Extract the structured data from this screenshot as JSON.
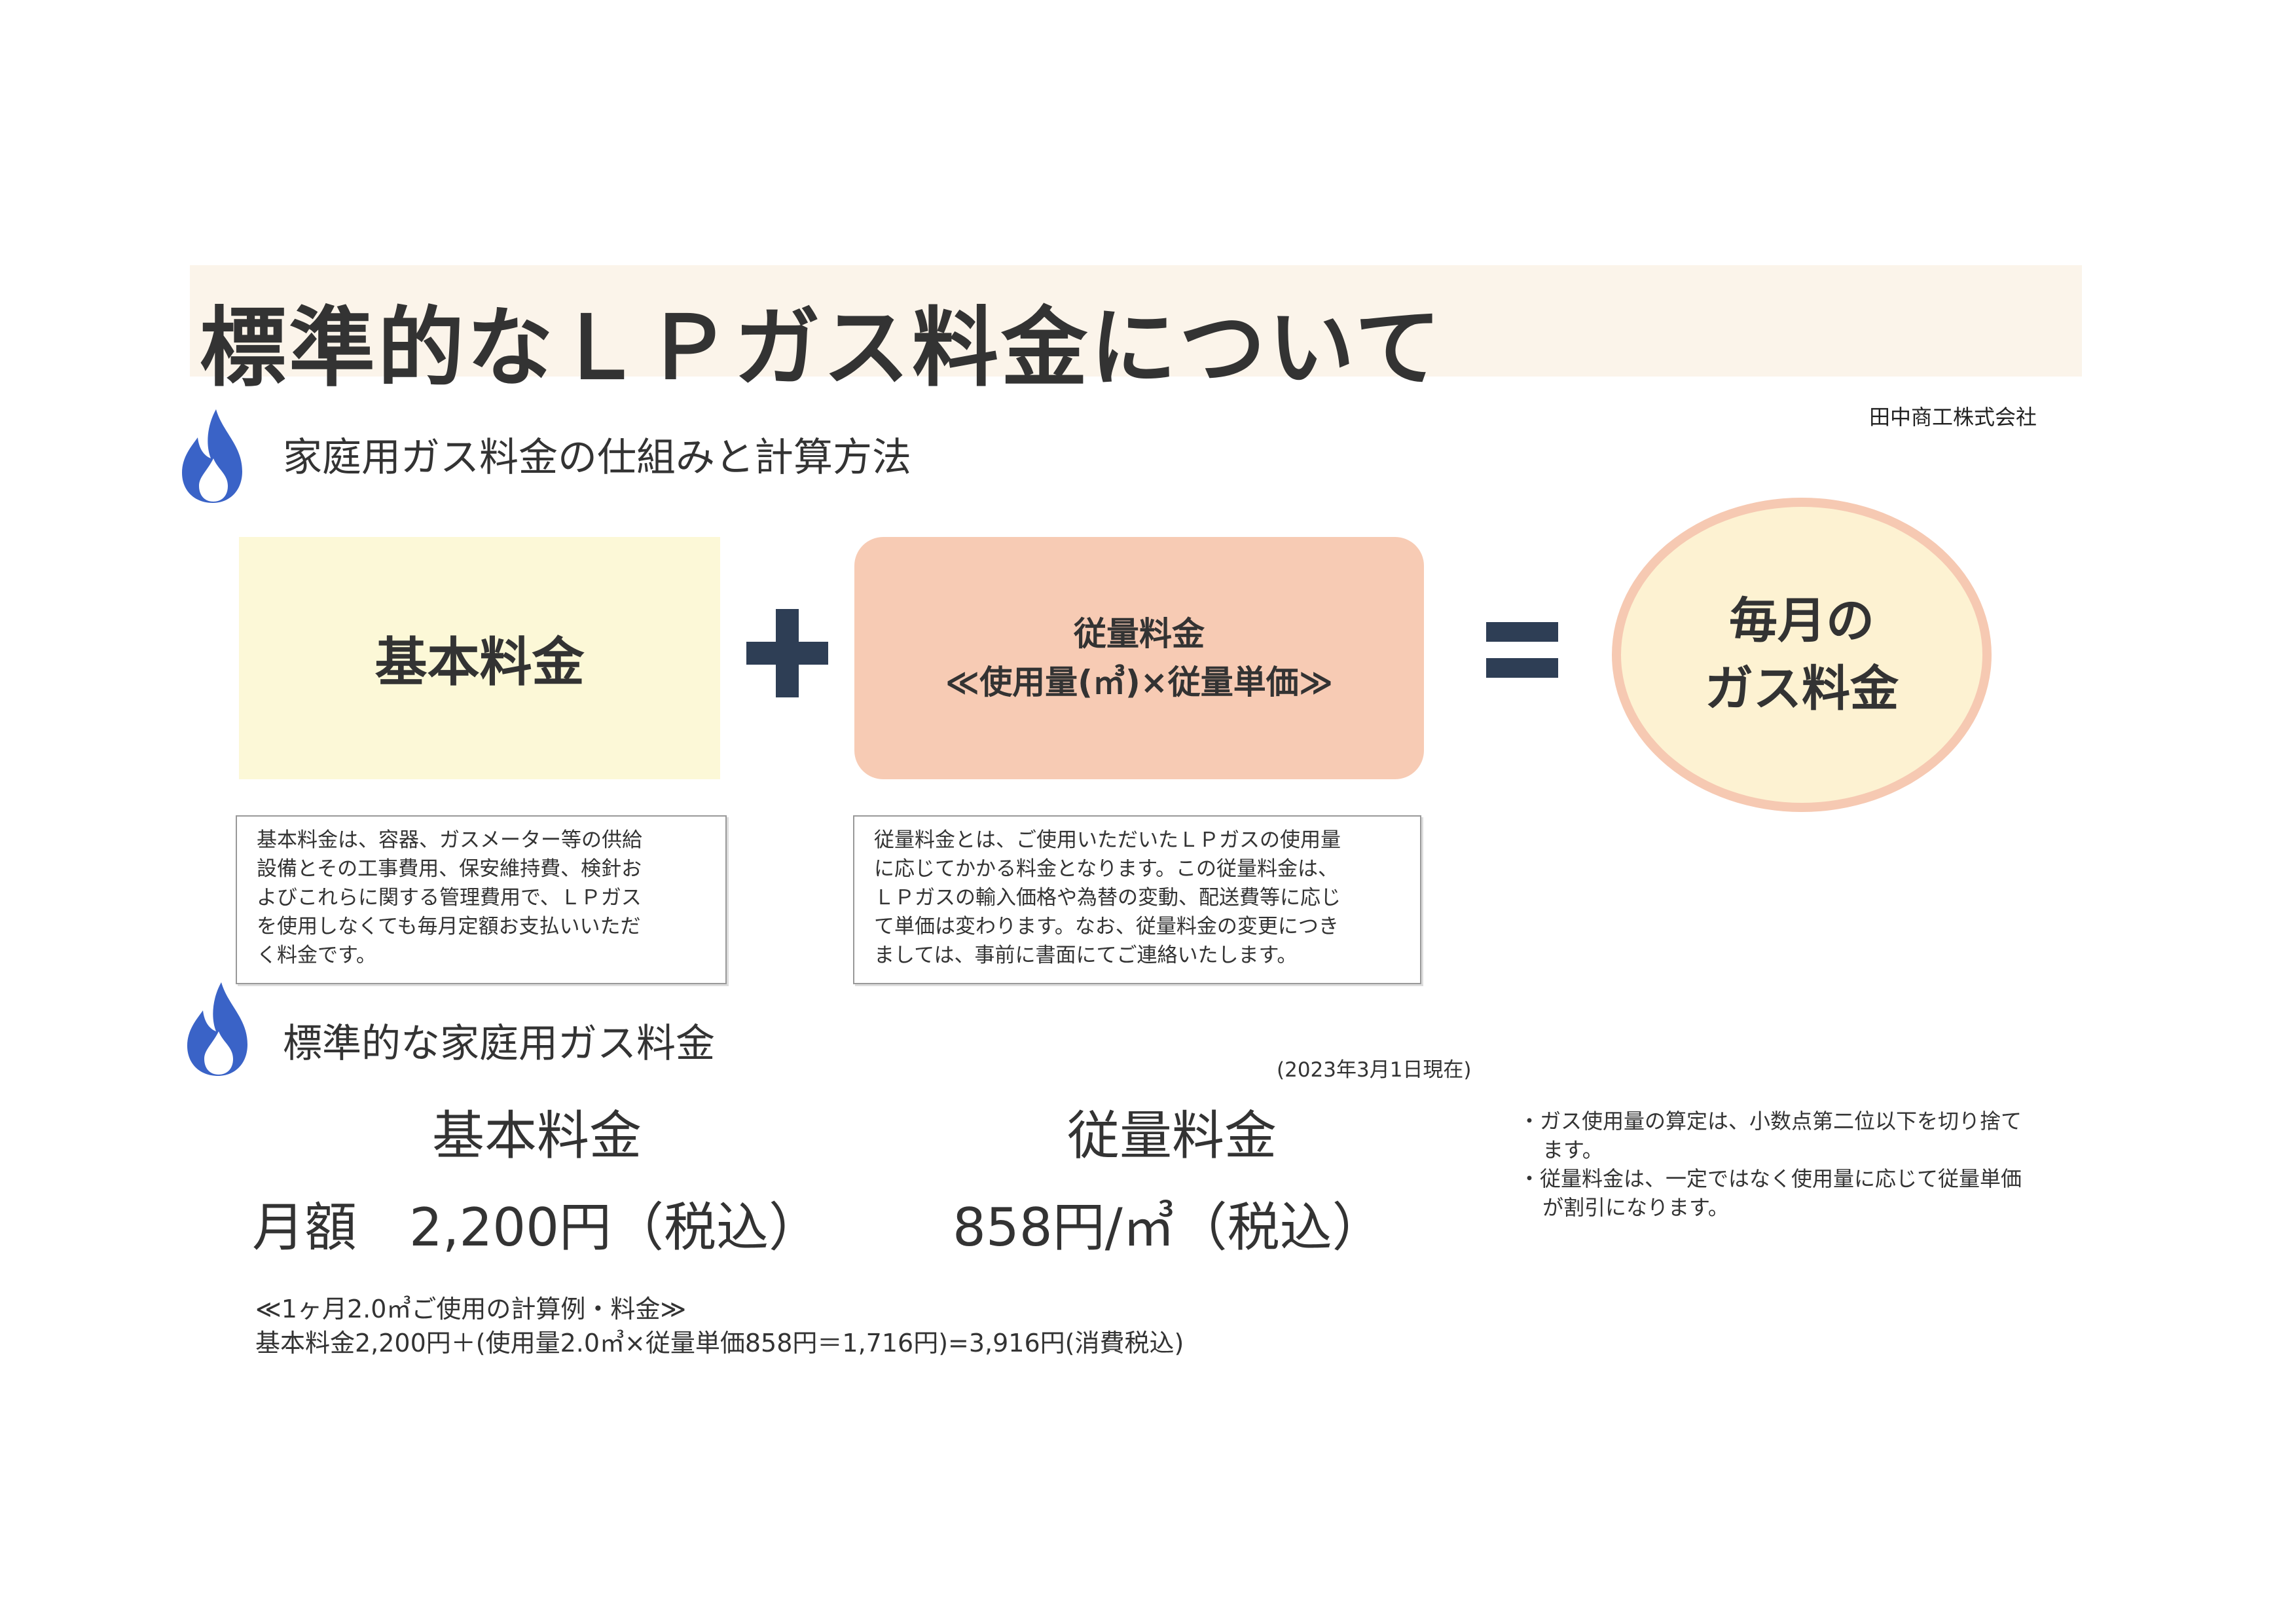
{
  "header": {
    "title": "標準的なＬＰガス料金について",
    "company": "田中商工株式会社"
  },
  "section1": {
    "title": "家庭用ガス料金の仕組みと計算方法"
  },
  "formula": {
    "basic_label": "基本料金",
    "plus_symbol": "+",
    "usage_label_line1": "従量料金",
    "usage_label_line2": "≪使用量(㎥)×従量単価≫",
    "equals_symbol": "=",
    "monthly_line1": "毎月の",
    "monthly_line2": "ガス料金"
  },
  "descriptions": {
    "basic": [
      "基本料金は、容器、ガスメーター等の供給",
      "設備とその工事費用、保安維持費、検針お",
      "よびこれらに関する管理費用で、ＬＰガス",
      "を使用しなくても毎月定額お支払いいただ",
      "く料金です。"
    ],
    "usage": [
      "従量料金とは、ご使用いただいたＬＰガスの使用量",
      "に応じてかかる料金となります。この従量料金は、",
      "ＬＰガスの輸入価格や為替の変動、配送費等に応じ",
      "て単価は変わります。なお、従量料金の変更につき",
      "ましては、事前に書面にてご連絡いたします。"
    ]
  },
  "section2": {
    "title": "標準的な家庭用ガス料金",
    "as_of": "(2023年3月1日現在)"
  },
  "rates": {
    "basic_heading": "基本料金",
    "basic_value": "月額　2,200円（税込）",
    "usage_heading": "従量料金",
    "usage_value": "858円/㎥（税込）"
  },
  "notes": [
    "・ガス使用量の算定は、小数点第二位以下を切り捨て ます。",
    "・従量料金は、一定ではなく使用量に応じて従量単価 が割引になります。"
  ],
  "notes_lines": [
    "・ガス使用量の算定は、小数点第二位以下を切り捨て",
    "ます。",
    "・従量料金は、一定ではなく使用量に応じて従量単価",
    "が割引になります。"
  ],
  "example": {
    "title": "≪1ヶ月2.0㎥ご使用の計算例・料金≫",
    "formula": "基本料金2,200円＋(使用量2.0㎥×従量単価858円＝1,716円)=3,916円(消費税込)"
  },
  "colors": {
    "banner_bg": "#fbf4ea",
    "basic_box_bg": "#fcf8d7",
    "usage_box_bg": "#f7cbb4",
    "circle_bg": "#fdf2d2",
    "circle_border": "#f6c9b2",
    "operator_color": "#2e3e55",
    "flame_color": "#3a63c7"
  }
}
